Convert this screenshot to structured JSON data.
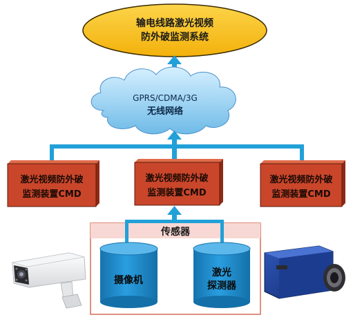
{
  "system": {
    "title_line1": "输电线路激光视频",
    "title_line2": "防外破监测系统"
  },
  "network": {
    "line1": "GPRS/CDMA/3G",
    "line2": "无线网络"
  },
  "devices": [
    {
      "line1": "激光视频防外破",
      "line2": "监测装置CMD"
    },
    {
      "line1": "激光视频防外破",
      "line2": "监测装置CMD"
    },
    {
      "line1": "激光视频防外破",
      "line2": "监测装置CMD"
    }
  ],
  "sensors": {
    "title": "传感器",
    "camera_label": "摄像机",
    "laser_line1": "激光",
    "laser_line2": "探测器"
  },
  "colors": {
    "ellipse_fill": "#f8c21c",
    "cloud_fill": "#8fd0f3",
    "device_fill": "#c9462b",
    "cylinder_fill": "#1e88c6",
    "connector": "#22a0d8",
    "sensor_header": "#f7d8d4"
  },
  "icons": {
    "camera": "security-camera-icon",
    "laser": "laser-detector-icon"
  }
}
